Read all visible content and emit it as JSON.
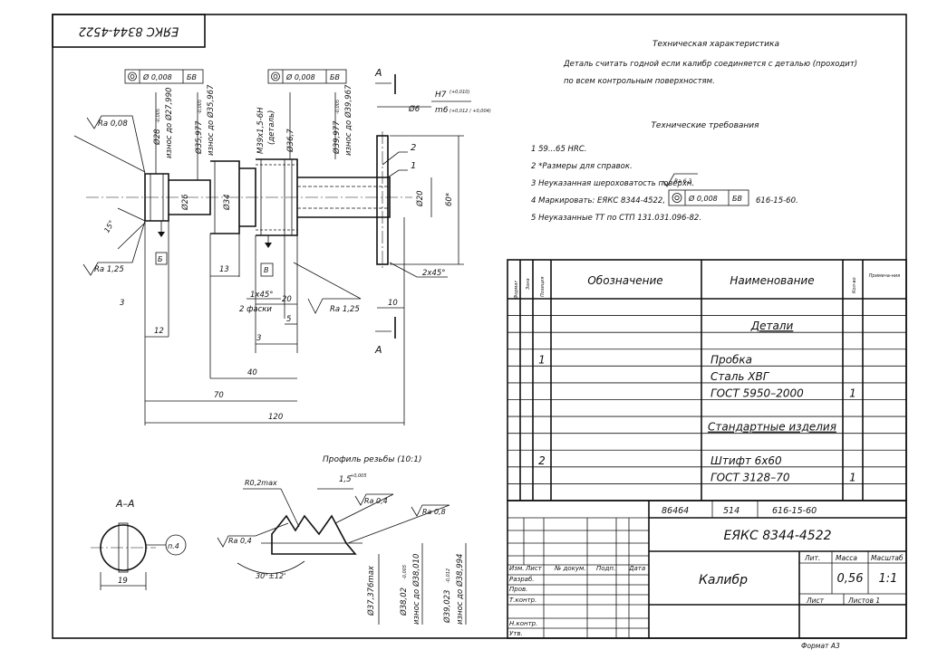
{
  "stamp_top": "ЕЯКС 8344-4522",
  "tech_char": {
    "heading": "Техническая характеристика",
    "line1": "Деталь считать годной если калибр соединяется с деталью (проходит)",
    "line2": "по всем контрольным поверхностям."
  },
  "tech_req": {
    "heading": "Технические требования",
    "items": [
      "1 59...65 HRC.",
      "2 *Размеры для справок.",
      "3 Неуказанная шероховатость поверхн.",
      "4 Маркировать: ЕЯКС 8344-4522,",
      "5 Неуказанные ТТ по СТП 131.031.096-82."
    ],
    "roughness_note": "Ra 6,3",
    "mark_tol": "Ø 0,008",
    "mark_base": "БВ",
    "mark_code": "616-15-60."
  },
  "drawing": {
    "tol_frame_1": "Ø 0,008",
    "tol_frame_1_base": "БВ",
    "tol_frame_2": "Ø 0,008",
    "tol_frame_2_base": "БВ",
    "section_mark": "А",
    "d28": "Ø28",
    "d28_tol": "-0,005",
    "d28_wear": "износ до Ø27,990",
    "d35": "Ø35,977",
    "d35_tol": "-0,005",
    "d35_wear": "износ до Ø35,967",
    "thread": "М39x1,5-6Н",
    "thread_note": "(деталь)",
    "d367": "Ø36,7",
    "d39": "Ø39,977",
    "d39_tol": "-0,005",
    "d39_wear": "износ до Ø39,967",
    "fit_h7": "H7",
    "fit_h7_tol": "(+0,010)",
    "fit_m6": "m6",
    "fit_m6_tol": "(+0,012 / +0,004)",
    "d6": "Ø6",
    "d26": "Ø26",
    "d34": "Ø34",
    "d20": "Ø20",
    "d60": "60*",
    "ra008": "Ra 0,08",
    "ra125a": "Ra 1,25",
    "ra125b": "Ra 1,25",
    "angle15": "15°",
    "base_b": "Б",
    "base_v": "В",
    "pos1": "1",
    "pos2": "2",
    "dim13": "13",
    "dim3a": "3",
    "dim12": "12",
    "dim1x45": "1x45°",
    "dim2faski": "2 фаски",
    "dim20": "20",
    "dim5": "5",
    "dim3b": "3",
    "dim40": "40",
    "dim70": "70",
    "dim120": "120",
    "dim2x45": "2x45°",
    "dim10": "10"
  },
  "profile": {
    "title": "Профиль резьбы (10:1)",
    "r02": "R0,2max",
    "d15": "1,5",
    "d15_tol": "+0,005",
    "ra04a": "Ra 0,4",
    "ra08": "Ra 0,8",
    "ra04b": "Ra 0,4",
    "angle": "30°±12'",
    "d37": "Ø37,376max",
    "d3802": "Ø38,02",
    "d3802_tol": "-0,005",
    "d3802_wear": "износ до Ø38,010",
    "d39023": "Ø39,023",
    "d39023_tol": "-0,012",
    "d39023_wear": "износ до Ø38,994"
  },
  "section": {
    "title": "А–А",
    "callout": "п.4",
    "dim19": "19"
  },
  "spec": {
    "h_format": "Формат",
    "h_zone": "Зона",
    "h_pos": "Позиция",
    "h_designation": "Обозначение",
    "h_name": "Наименование",
    "h_qty": "Кол-во",
    "h_note": "Примеча-ния",
    "rows": [
      {
        "pos": "",
        "name": "Детали",
        "qty": "",
        "underline": true
      },
      {
        "pos": "1",
        "name": "Пробка",
        "qty": ""
      },
      {
        "pos": "",
        "name": "Сталь ХВГ",
        "qty": ""
      },
      {
        "pos": "",
        "name": "ГОСТ 5950–2000",
        "qty": "1"
      },
      {
        "pos": "",
        "name": "Стандартные изделия",
        "qty": "",
        "underline": true
      },
      {
        "pos": "2",
        "name": "Штифт 6x60",
        "qty": ""
      },
      {
        "pos": "",
        "name": "ГОСТ 3128–70",
        "qty": "1"
      }
    ]
  },
  "titleblock": {
    "code1": "86464",
    "code2": "514",
    "code3": "616-15-60",
    "doc_code": "ЕЯКС 8344-4522",
    "name": "Калибр",
    "col_lit": "Лит.",
    "col_mass": "Масса",
    "col_scale": "Масштаб",
    "mass": "0,56",
    "scale": "1:1",
    "sheet": "Лист",
    "sheets": "Листов 1",
    "r_izm": "Изм.",
    "r_list": "Лист",
    "r_docum": "№ докум.",
    "r_podp": "Подп.",
    "r_data": "Дата",
    "r_razrab": "Разраб.",
    "r_prov": "Пров.",
    "r_tkontr": "Т.контр.",
    "r_nkontr": "Н.контр.",
    "r_utv": "Утв.",
    "format": "Формат А3"
  }
}
